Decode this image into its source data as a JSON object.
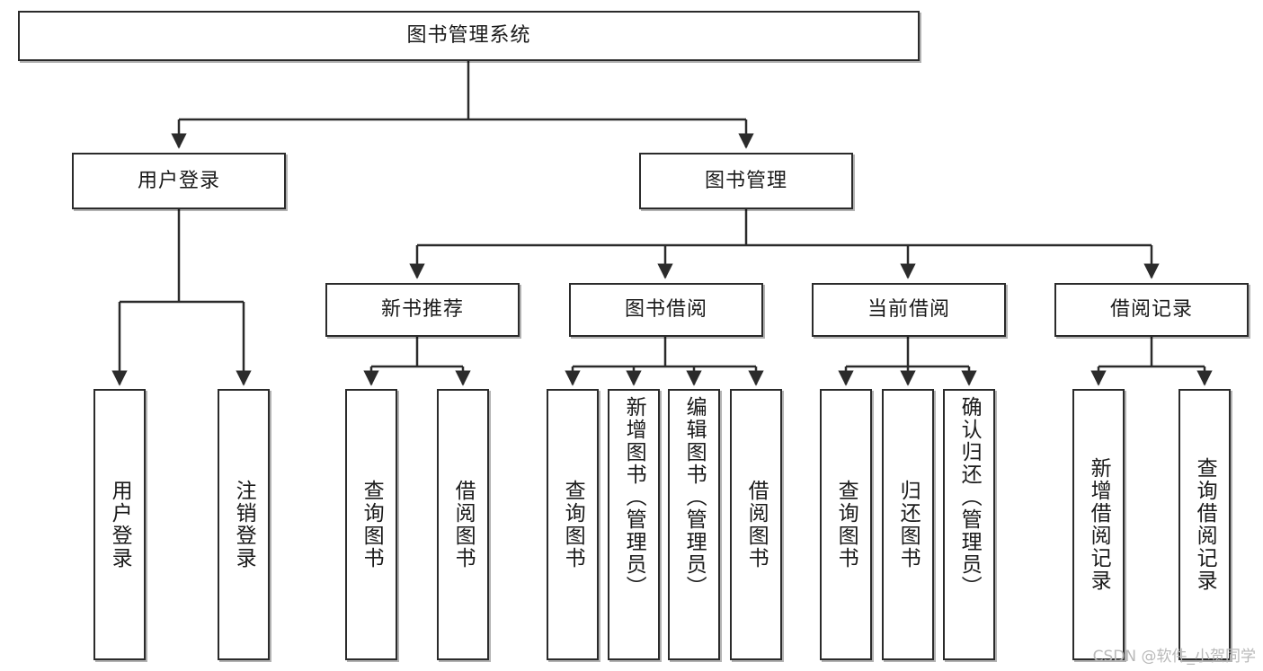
{
  "diagram": {
    "title": "图书管理系统",
    "watermark": "CSDN @软件_小贺同学",
    "colors": {
      "box_border": "#2b2b2b",
      "box_fill": "#ffffff",
      "edge": "#2b2b2b",
      "text": "#1a1a1a",
      "watermark": "#b9b9b9"
    },
    "nodes": {
      "root": {
        "label": "图书管理系统"
      },
      "level2": [
        {
          "label": "用户登录"
        },
        {
          "label": "图书管理"
        }
      ],
      "level3": [
        {
          "label": "新书推荐"
        },
        {
          "label": "图书借阅"
        },
        {
          "label": "当前借阅"
        },
        {
          "label": "借阅记录"
        }
      ],
      "leaves": {
        "user_login": [
          {
            "label": "用户登录"
          },
          {
            "label": "注销登录"
          }
        ],
        "new_book": [
          {
            "label": "查询图书"
          },
          {
            "label": "借阅图书"
          }
        ],
        "book_borrow": [
          {
            "label": "查询图书"
          },
          {
            "label": "新增图书（管理员）"
          },
          {
            "label": "编辑图书（管理员）"
          },
          {
            "label": "借阅图书"
          }
        ],
        "current_borrow": [
          {
            "label": "查询图书"
          },
          {
            "label": "归还图书"
          },
          {
            "label": "确认归还（管理员）"
          }
        ],
        "borrow_record": [
          {
            "label": "新增借阅记录"
          },
          {
            "label": "查询借阅记录"
          }
        ]
      }
    }
  }
}
